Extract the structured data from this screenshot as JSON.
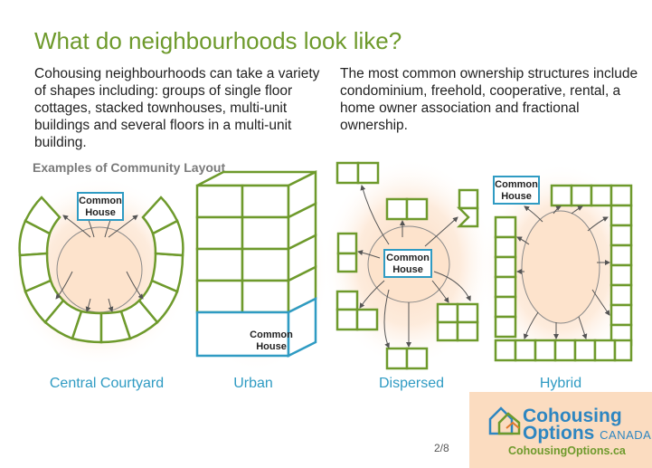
{
  "slide": {
    "title": "What do neighbourhoods look like?",
    "paragraph_left": "Cohousing neighbourhoods can take a variety of shapes including: groups of single floor cottages, stacked townhouses, multi-unit buildings and several floors in a multi-unit building.",
    "paragraph_right": "The most common ownership structures include condominium, freehold, cooperative, rental, a home owner association and fractional ownership.",
    "subheading": "Examples of Community Layout",
    "common_house_line1": "Common",
    "common_house_line2": "House",
    "layouts": [
      {
        "label": "Central Courtyard"
      },
      {
        "label": "Urban"
      },
      {
        "label": "Dispersed"
      },
      {
        "label": "Hybrid"
      }
    ],
    "page_number": "2/8"
  },
  "brand": {
    "name_line1": "Cohousing",
    "name_line2": "Options",
    "name_suffix": "CANADA",
    "url": "CohousingOptions.ca"
  },
  "colors": {
    "title_green": "#6e9a2c",
    "unit_green": "#6e9a2c",
    "accent_blue": "#2f9bc3",
    "glow_peach": "#fbdcc0"
  }
}
